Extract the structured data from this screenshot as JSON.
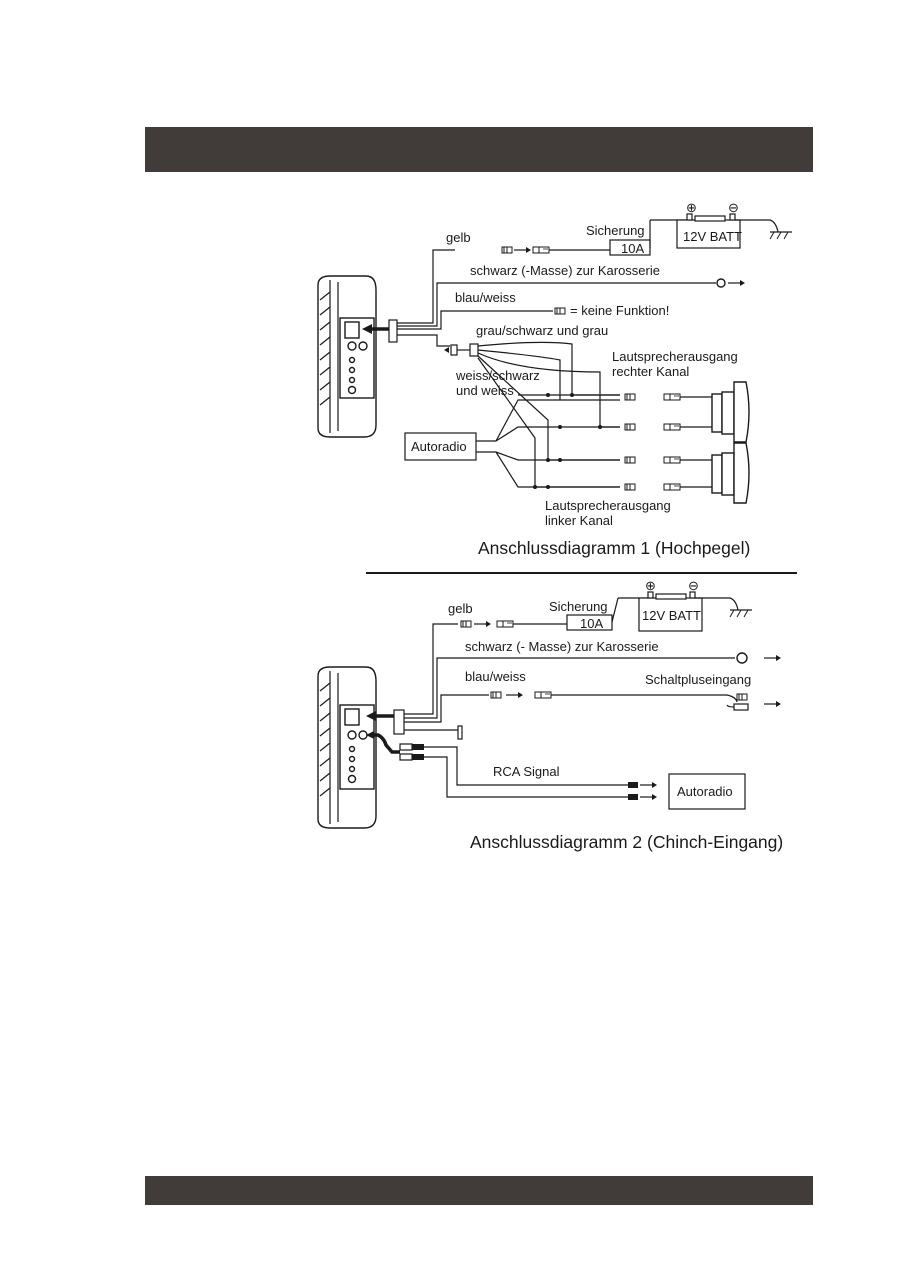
{
  "diagram1": {
    "wire_yellow": "gelb",
    "fuse_label": "Sicherung",
    "fuse_value": "10A",
    "battery": "12V BATT",
    "battery_plus": "⊕",
    "battery_minus": "⊖",
    "wire_black": "schwarz (-Masse) zur Karosserie",
    "wire_blue": "blau/weiss",
    "no_function": "=  keine Funktion!",
    "wire_grey": "grau/schwarz und grau",
    "right_out_1": "Lautsprecherausgang",
    "right_out_2": "rechter Kanal",
    "wire_white_1": "weiss/schwarz",
    "wire_white_2": "und weiss",
    "head_unit": "Autoradio",
    "left_out_1": "Lautsprecherausgang",
    "left_out_2": "linker Kanal",
    "caption": "Anschlussdiagramm 1 (Hochpegel)"
  },
  "diagram2": {
    "wire_yellow": "gelb",
    "fuse_label": "Sicherung",
    "fuse_value": "10A",
    "battery": "12V BATT",
    "battery_plus": "⊕",
    "battery_minus": "⊖",
    "wire_black": "schwarz (- Masse) zur Karosserie",
    "wire_blue": "blau/weiss",
    "remote_in": "Schaltpluseingang",
    "rca_signal": "RCA Signal",
    "head_unit": "Autoradio",
    "caption": "Anschlussdiagramm 2 (Chinch-Eingang)"
  }
}
